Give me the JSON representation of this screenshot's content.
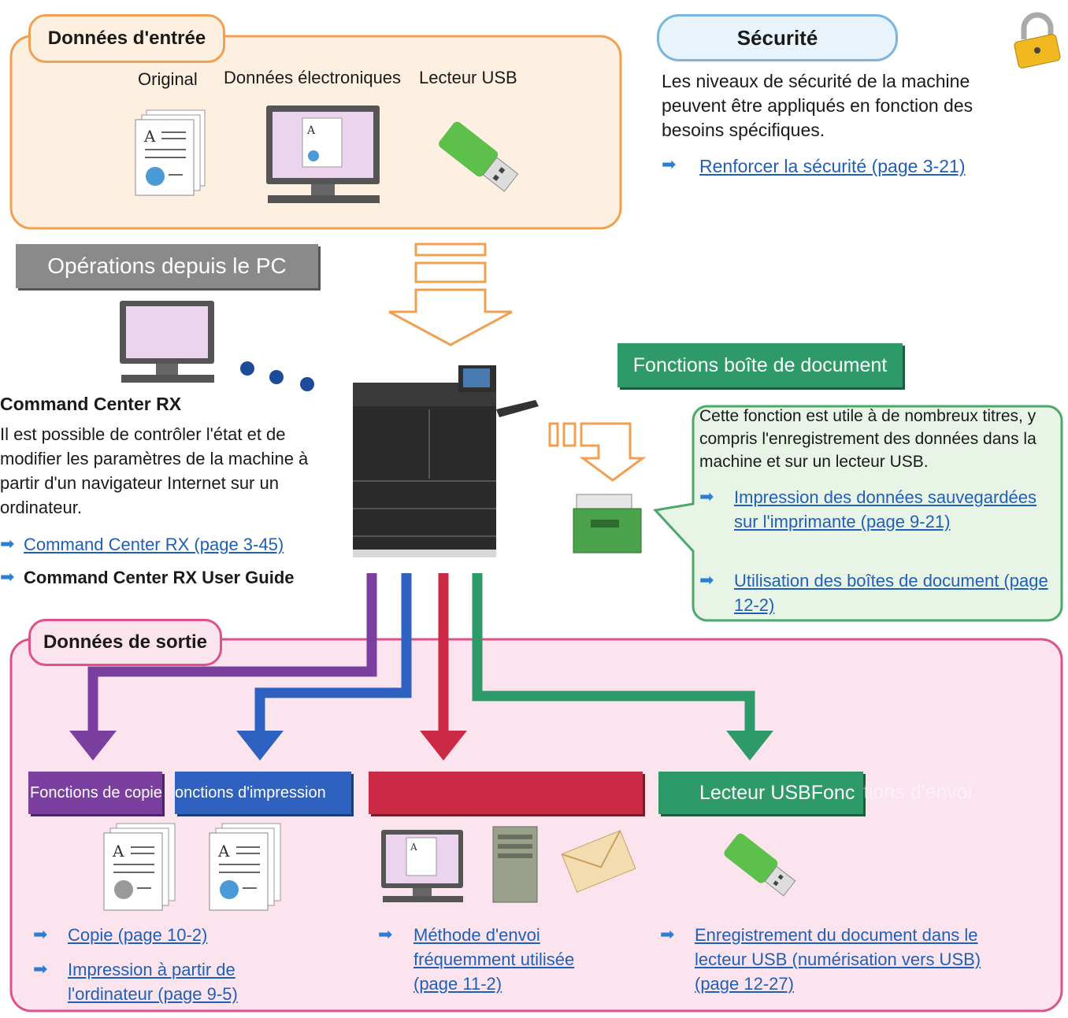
{
  "input": {
    "title": "Données d'entrée",
    "labels": {
      "original": "Original",
      "electronic": "Données électroniques",
      "usb": "Lecteur USB"
    }
  },
  "security": {
    "title": "Sécurité",
    "text": "Les niveaux de sécurité de la machine peuvent être appliqués en fonction des besoins spécifiques.",
    "link": "Renforcer la sécurité (page 3-21)"
  },
  "pc_ops": {
    "title": "Opérations depuis le PC",
    "heading": "Command Center RX",
    "text": "Il est possible de contrôler l'état et de modifier les paramètres de la machine à partir d'un navigateur Internet sur un ordinateur.",
    "link": "Command Center RX (page 3-45)",
    "guide": "Command Center RX User Guide"
  },
  "docbox": {
    "title": "Fonctions boîte de document",
    "text": "Cette fonction est utile à de nombreux titres, y compris l'enregistrement des données dans la machine et sur un lecteur USB.",
    "link1": "Impression des données sauvegardées sur l'imprimante (page 9-21)",
    "link2": "Utilisation des boîtes de document (page 12-2)"
  },
  "output": {
    "title": "Données de sortie",
    "copy_banner": "Fonctions de copie",
    "print_banner": "onctions d'impression",
    "usb_banner_main": "Lecteur USBFonc",
    "usb_banner_faded": "tions d'envoi",
    "copy_link": "Copie (page 10-2)",
    "print_link": "Impression à partir de l'ordinateur (page 9-5)",
    "send_link": "Méthode d'envoi fréquemment utilisée (page 11-2)",
    "usb_link": "Enregistrement du document dans le lecteur USB (numérisation vers USB) (page 12-27)"
  },
  "colors": {
    "input_border": "#f0a050",
    "input_fill": "#fdf0e0",
    "output_border": "#e0508c",
    "output_fill": "#fbe4ee",
    "purple": "#7b3fa0",
    "blue": "#2f62c0",
    "red": "#cc2a44",
    "green": "#2e9a6a",
    "docbox_fill": "#e8f5e6",
    "docbox_border": "#4aa86a",
    "link": "#1f5fb8"
  },
  "icons": [
    "padlock-icon",
    "document-icon",
    "monitor-icon",
    "usb-drive-icon",
    "multifunction-printer-icon",
    "file-box-icon",
    "server-icon",
    "envelope-icon",
    "arrow-bullet-icon"
  ]
}
